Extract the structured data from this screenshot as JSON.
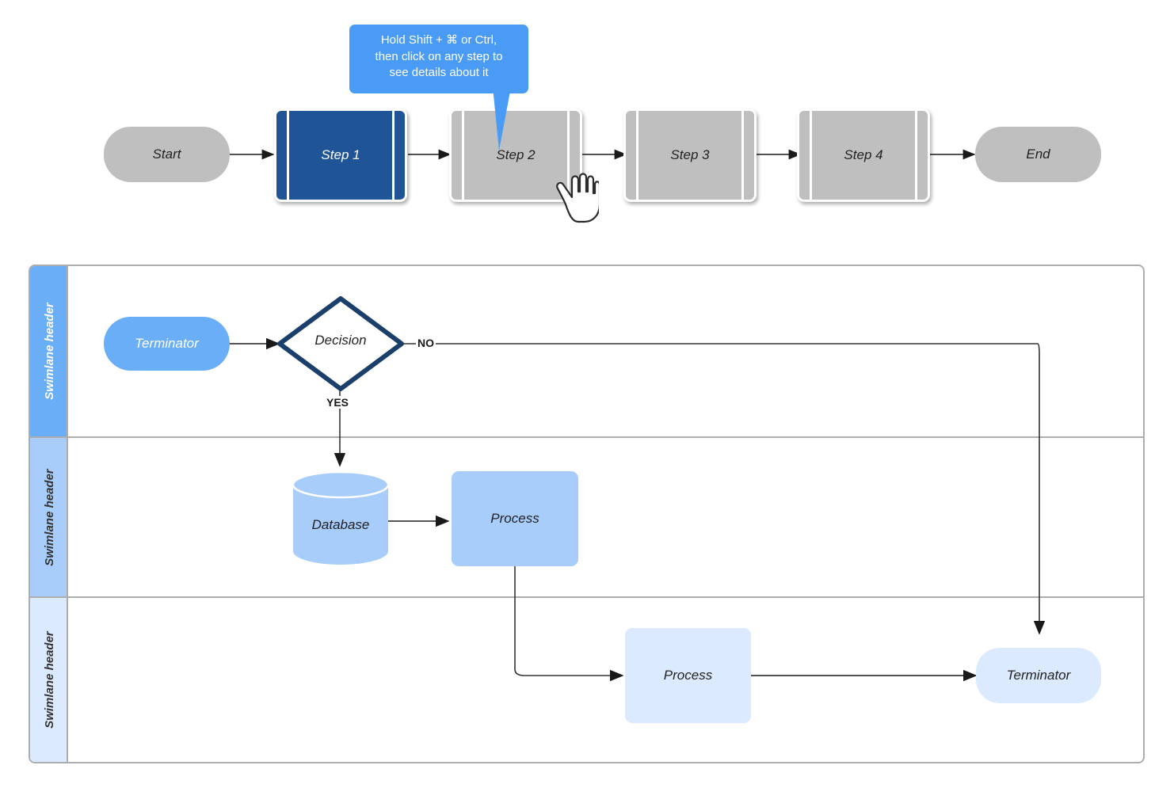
{
  "tooltip": {
    "line1": "Hold Shift + ⌘ or Ctrl,",
    "line2": "then click on any step to",
    "line3": "see details about it"
  },
  "top_flow": {
    "start_label": "Start",
    "steps": [
      {
        "label": "Step 1",
        "selected": true
      },
      {
        "label": "Step 2",
        "selected": false
      },
      {
        "label": "Step 3",
        "selected": false
      },
      {
        "label": "Step 4",
        "selected": false
      }
    ],
    "end_label": "End"
  },
  "swimlanes": {
    "lane1_header": "Swimlane header",
    "lane2_header": "Swimlane header",
    "lane3_header": "Swimlane header"
  },
  "diagram": {
    "terminator_start": "Terminator",
    "decision": "Decision",
    "label_no": "NO",
    "label_yes": "YES",
    "database": "Database",
    "process_mid": "Process",
    "process_bottom": "Process",
    "terminator_end": "Terminator"
  },
  "colors": {
    "selected_step": "#1f5496",
    "step_gray": "#bfbfbf",
    "tooltip_blue": "#4a9bf5",
    "lane1": "#6aaef7",
    "lane2": "#a8cdfb",
    "lane3": "#dbeafe",
    "decision_border": "#1b3f6b",
    "connector": "#333333",
    "pool_border": "#adadad"
  }
}
